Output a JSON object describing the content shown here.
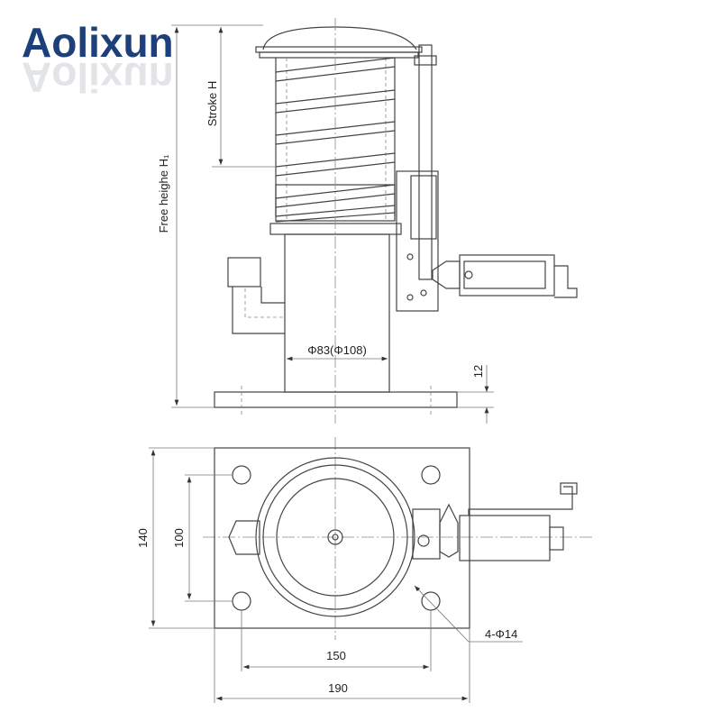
{
  "logo": {
    "text": "Aolixun",
    "color": "#1d3f7a"
  },
  "front_view": {
    "stroke_label": "Stroke  H",
    "free_height_label": "Free heighe  H₁",
    "diameter_label": "Φ83(Φ108)",
    "base_thickness_label": "12"
  },
  "top_view": {
    "height_outer_label": "140",
    "height_inner_label": "100",
    "width_inner_label": "150",
    "width_outer_label": "190",
    "holes_label": "4-Φ14"
  }
}
